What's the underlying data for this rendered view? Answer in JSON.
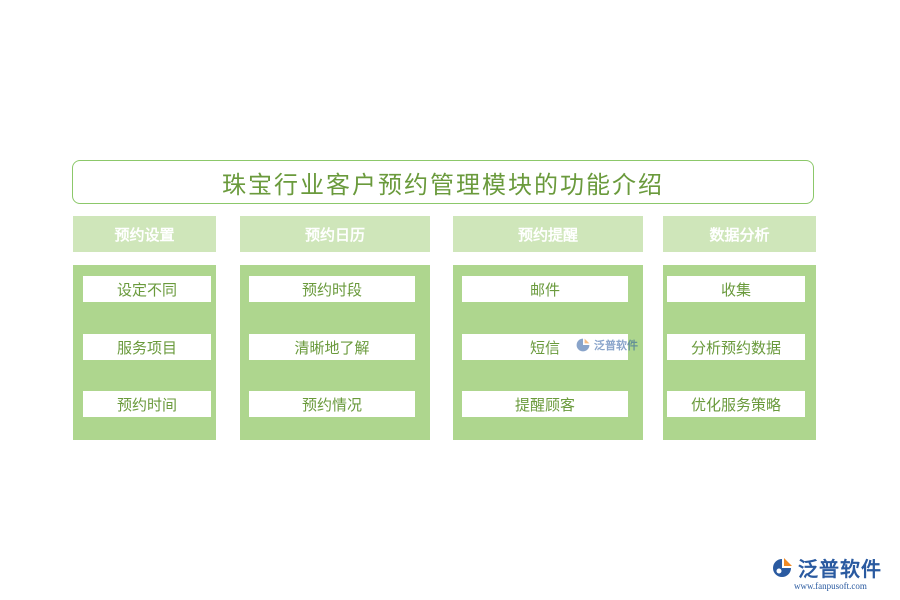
{
  "title": "珠宝行业客户预约管理模块的功能介绍",
  "columns": [
    {
      "header": "预约设置",
      "items": [
        "设定不同",
        "服务项目",
        "预约时间"
      ]
    },
    {
      "header": "预约日历",
      "items": [
        "预约时段",
        "清晰地了解",
        "预约情况"
      ]
    },
    {
      "header": "预约提醒",
      "items": [
        "邮件",
        "短信",
        "提醒顾客"
      ]
    },
    {
      "header": "数据分析",
      "items": [
        "收集",
        "分析预约数据",
        "优化服务策略"
      ]
    }
  ],
  "watermark": {
    "text": "泛普软件"
  },
  "logo": {
    "name": "泛普软件",
    "url": "www.fanpusoft.com"
  },
  "colors": {
    "title_border": "#8cc86a",
    "title_text": "#6a9a3c",
    "header_bg": "#cfe6ba",
    "body_bg": "#aed68e",
    "item_text": "#6a9a3c",
    "logo_blue": "#2a5aa0",
    "logo_orange": "#f08a24"
  }
}
